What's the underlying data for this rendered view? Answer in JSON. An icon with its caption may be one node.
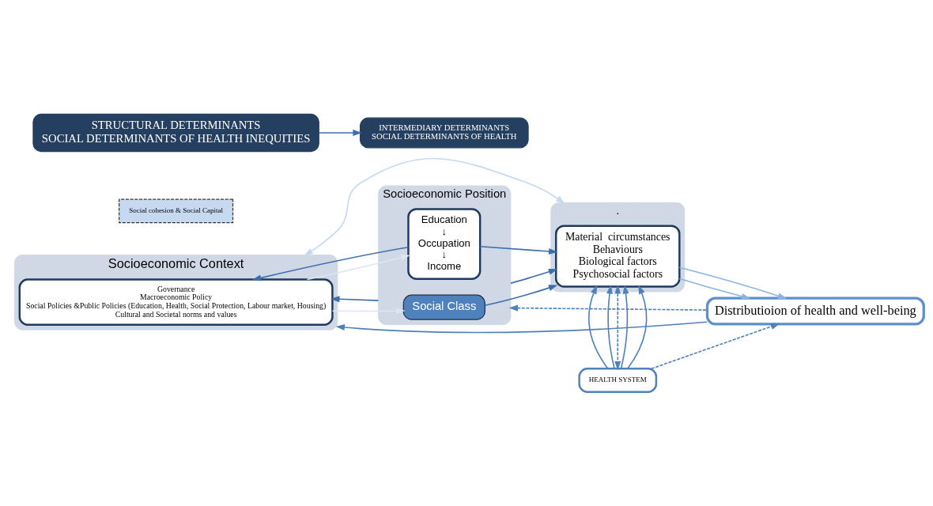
{
  "diagram": {
    "nodes": [
      {
        "text": [
          "Socioeconomic Context"
        ]
      },
      {
        "text": [
          "Governance",
          "Macroeconomic Policy",
          "Social Policies &Public Policies (Education, Health, Social Protection, Labour market, Housing)",
          "Cultural and Societal norms and values"
        ],
        "in": 0
      },
      {
        "text": [
          "Socioeconomic Position"
        ]
      },
      {
        "text": [
          "Social Class"
        ],
        "in": 2
      },
      {
        "text": [
          "Education",
          "↓",
          "Occupation",
          "↓",
          "Income"
        ],
        "in": 2
      },
      {
        "text": [
          "."
        ]
      },
      {
        "text": [
          "Material  circumstances",
          "Behaviours",
          "Biological factors",
          "Psychosocial factors"
        ],
        "in": 5
      },
      {
        "text": [
          "Social cohesion & Social Capital"
        ]
      },
      {
        "text": [
          "HEALTH SYSTEM"
        ]
      },
      {
        "text": [
          "Distributioion of health and well-being"
        ]
      },
      {
        "text": [
          "STRUCTURAL DETERMINANTS",
          "SOCIAL DETERMINANTS OF HEALTH INEQUITIES"
        ]
      },
      {
        "text": [
          "INTERMEDIARY DETERMINANTS",
          "SOCIAL DETERMINANTS OF HEALTH"
        ]
      }
    ],
    "edges": [
      {
        "from": 1,
        "to": 3,
        "arrow": "to",
        "color": "#dce6f2"
      },
      {
        "from": 2,
        "to": 1,
        "arrow": "to",
        "color": "#3d6fae"
      },
      {
        "from": 1,
        "to": 4,
        "arrow": "to",
        "color": "#dce6f2"
      },
      {
        "from": 4,
        "to": 1,
        "arrow": "to",
        "color": "#3d6fae"
      },
      {
        "from": 0,
        "to": 5,
        "arrow": "both",
        "color": "#c6d9f1"
      },
      {
        "from": 3,
        "to": 6,
        "arrow": "to",
        "color": "#3d6fae"
      },
      {
        "from": 2,
        "to": 6,
        "arrow": "to",
        "color": "#3d6fae"
      },
      {
        "from": 4,
        "to": 6,
        "arrow": "to",
        "color": "#3d6fae"
      },
      {
        "from": 6,
        "to": 9,
        "arrow": "to",
        "color": "#8db3e2"
      },
      {
        "from": 6,
        "to": 9,
        "arrow": "to",
        "color": "#8db3e2"
      },
      {
        "from": 9,
        "to": 0,
        "arrow": "to"
      },
      {
        "from": 9,
        "to": 2,
        "arrow": "to",
        "style": "dashed"
      },
      {
        "from": 8,
        "to": 6,
        "arrow": "to"
      },
      {
        "from": 8,
        "to": 6,
        "arrow": "to"
      },
      {
        "from": 8,
        "to": 6,
        "arrow": "to"
      },
      {
        "from": 8,
        "to": 6,
        "arrow": "to"
      },
      {
        "from": 6,
        "to": 8,
        "arrow": "both",
        "style": "dashed"
      },
      {
        "from": 8,
        "to": 9,
        "arrow": "to",
        "style": "dashed"
      },
      {
        "from": 10,
        "to": 11,
        "arrow": "to",
        "color": "#3d6fae"
      }
    ]
  }
}
